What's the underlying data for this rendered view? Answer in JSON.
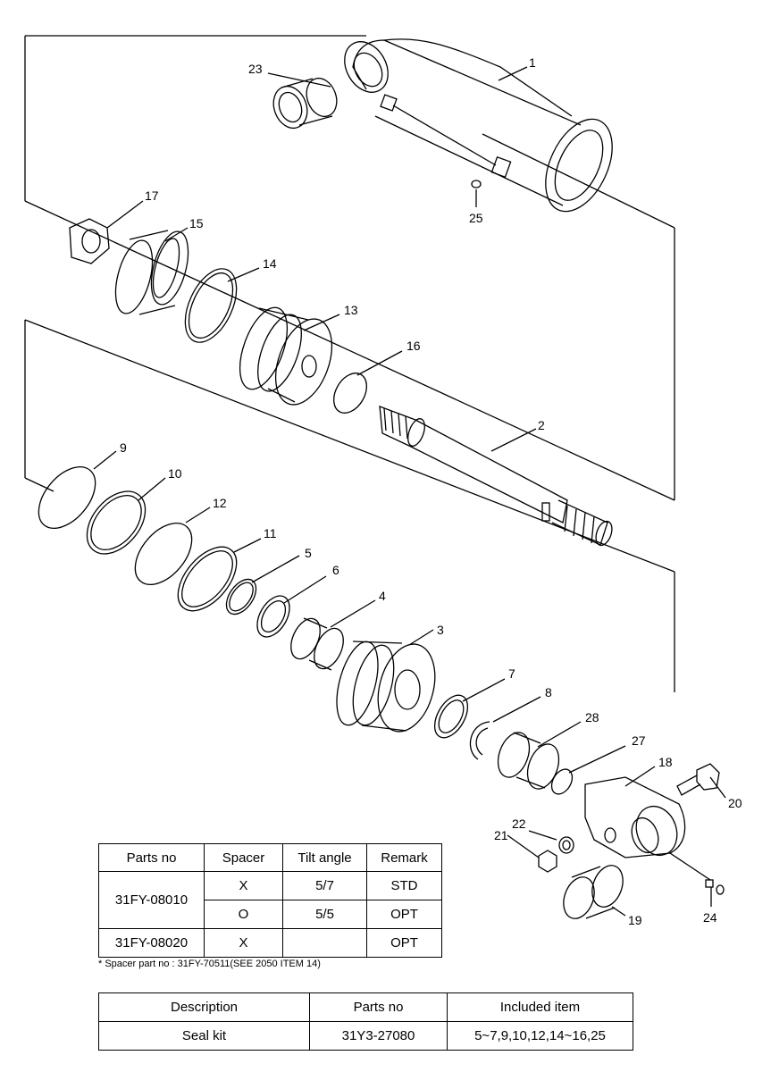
{
  "callouts": [
    "1",
    "2",
    "3",
    "4",
    "5",
    "6",
    "7",
    "8",
    "9",
    "10",
    "11",
    "12",
    "13",
    "14",
    "15",
    "16",
    "17",
    "18",
    "19",
    "20",
    "21",
    "22",
    "23",
    "24",
    "25",
    "27",
    "28"
  ],
  "spacer_table": {
    "headers": [
      "Parts no",
      "Spacer",
      "Tilt angle",
      "Remark"
    ],
    "rows": [
      {
        "parts_no": "31FY-08010",
        "spacer": "X",
        "tilt_angle": "5/7",
        "remark": "STD"
      },
      {
        "parts_no": "31FY-08010",
        "spacer": "O",
        "tilt_angle": "5/5",
        "remark": "OPT"
      },
      {
        "parts_no": "31FY-08020",
        "spacer": "X",
        "tilt_angle": "",
        "remark": "OPT"
      }
    ],
    "note": "* Spacer part no : 31FY-70511(SEE 2050 ITEM 14)"
  },
  "seal_table": {
    "headers": [
      "Description",
      "Parts no",
      "Included item"
    ],
    "rows": [
      {
        "description": "Seal kit",
        "parts_no": "31Y3-27080",
        "included": "5~7,9,10,12,14~16,25"
      }
    ]
  }
}
